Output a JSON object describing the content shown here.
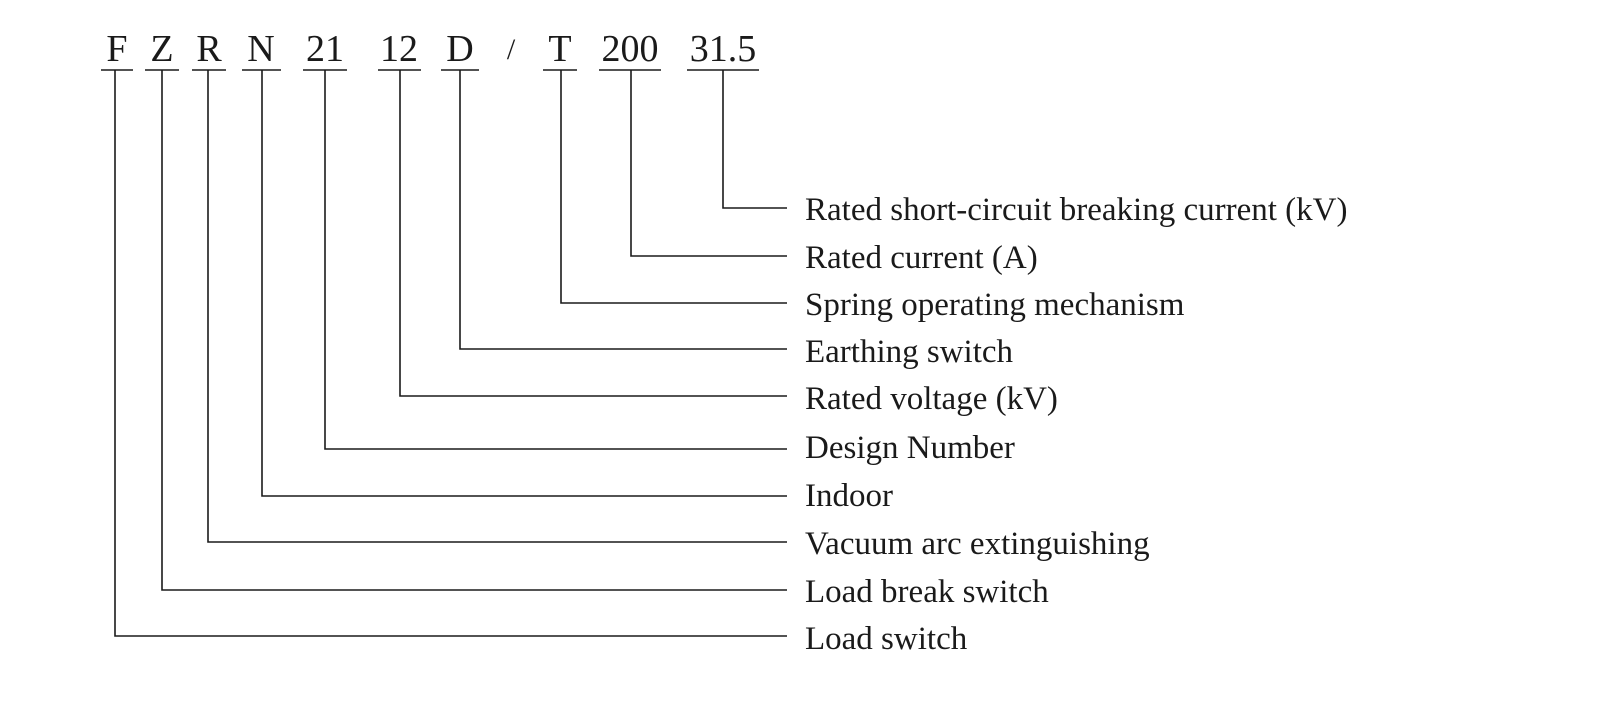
{
  "codes": [
    {
      "id": "F",
      "text": "F"
    },
    {
      "id": "Z",
      "text": "Z"
    },
    {
      "id": "R",
      "text": "R"
    },
    {
      "id": "N",
      "text": "N"
    },
    {
      "id": "21",
      "text": "21"
    },
    {
      "id": "12",
      "text": "12"
    },
    {
      "id": "D",
      "text": "D"
    },
    {
      "id": "slash",
      "text": "/"
    },
    {
      "id": "T",
      "text": "T"
    },
    {
      "id": "200",
      "text": "200"
    },
    {
      "id": "31.5",
      "text": "31.5"
    }
  ],
  "descriptions": [
    {
      "code": "31.5",
      "text": "Rated short-circuit breaking current (kV)"
    },
    {
      "code": "200",
      "text": "Rated current (A)"
    },
    {
      "code": "T",
      "text": "Spring operating mechanism"
    },
    {
      "code": "D",
      "text": "Earthing switch"
    },
    {
      "code": "12",
      "text": "Rated voltage (kV)"
    },
    {
      "code": "21",
      "text": "Design Number"
    },
    {
      "code": "N",
      "text": "Indoor"
    },
    {
      "code": "R",
      "text": "Vacuum arc extinguishing"
    },
    {
      "code": "Z",
      "text": "Load break switch"
    },
    {
      "code": "F",
      "text": "Load switch"
    }
  ]
}
